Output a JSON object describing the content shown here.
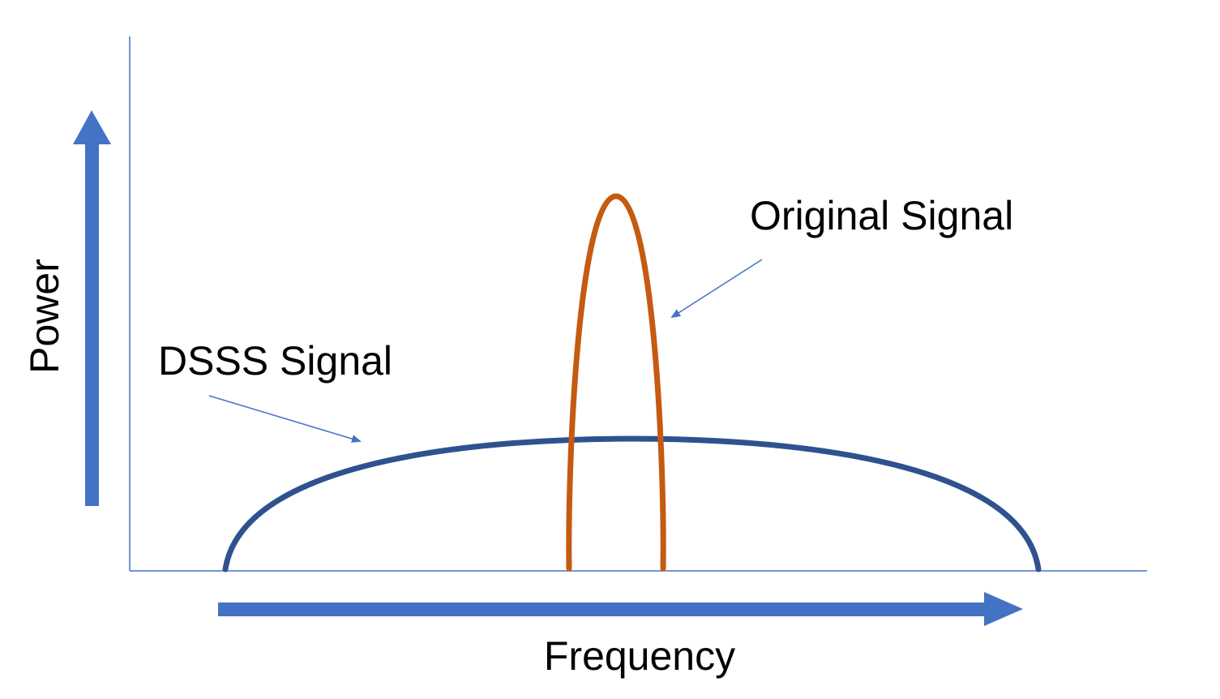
{
  "diagram": {
    "y_axis_label": "Power",
    "x_axis_label": "Frequency",
    "dsss_label": "DSSS Signal",
    "original_label": "Original Signal"
  },
  "colors": {
    "axis_arrow": "#4472c4",
    "axis_line": "#4472c4",
    "dsss_curve": "#2f528f",
    "original_curve": "#c55a11",
    "pointer": "#4472c4",
    "text": "#000000"
  }
}
